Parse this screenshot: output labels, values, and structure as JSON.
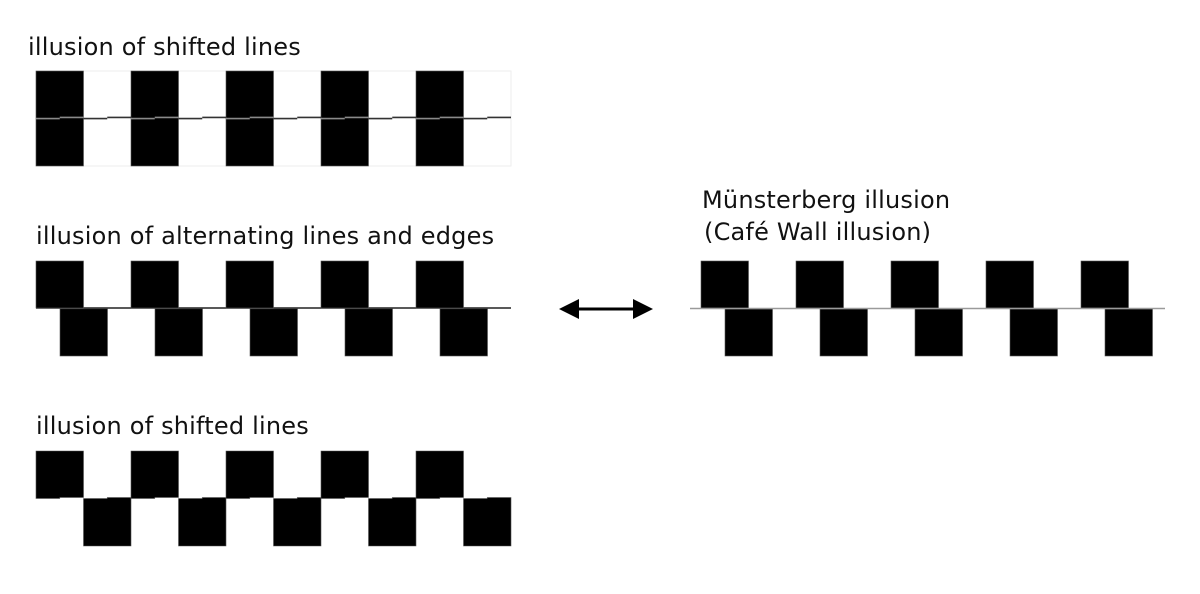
{
  "panels": [
    {
      "id": "shifted-lines-top",
      "title": "illusion of shifted lines",
      "pattern": "aligned-columns-with-stepped-midline",
      "columns": 5
    },
    {
      "id": "alternating-lines-edges",
      "title": "illusion of alternating lines and edges",
      "pattern": "offset-rows-quarter-shift",
      "columns": 5
    },
    {
      "id": "shifted-lines-bottom",
      "title": "illusion of shifted lines",
      "pattern": "checkerboard-stepped-edges",
      "columns": 5
    }
  ],
  "right_panel": {
    "title": "Münsterberg illusion",
    "subtitle": "(Café Wall illusion)",
    "pattern": "cafe-wall-quarter-shift",
    "columns": 5
  },
  "arrow": {
    "icon": "double-headed-arrow-icon",
    "meaning": "equivalent"
  },
  "colors": {
    "tile": "#000000",
    "background": "#ffffff",
    "mortar": "#9a9a9a",
    "edge_dark": "#333333",
    "edge_grey": "#8a8a8a"
  }
}
